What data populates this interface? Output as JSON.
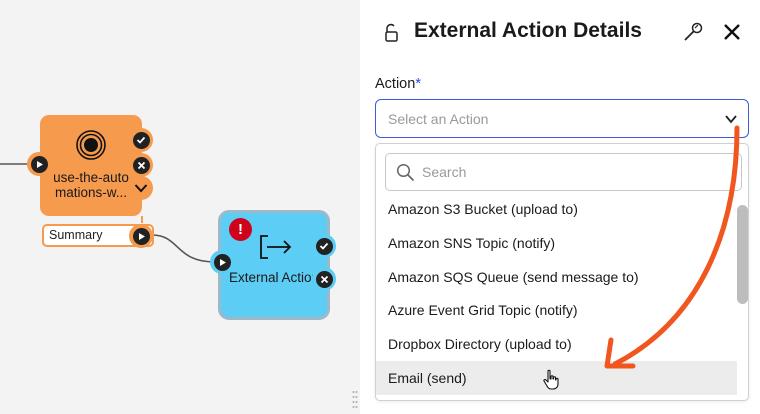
{
  "canvas": {
    "nodes": [
      {
        "id": "use-the-automations",
        "label": "use-the-auto mations-w...",
        "color": "#f69a4e",
        "icon": "target-icon"
      },
      {
        "id": "external-action",
        "label": "External Action",
        "color": "#5ccdf5",
        "icon": "external-arrow-icon",
        "alert": "!"
      }
    ],
    "summary_pill": "Summary"
  },
  "panel": {
    "title": "External Action Details",
    "field_label": "Action",
    "required_mark": "*",
    "select_placeholder": "Select an Action",
    "search_placeholder": "Search",
    "options": [
      "Amazon S3 Bucket (upload to)",
      "Amazon SNS Topic (notify)",
      "Amazon SQS Queue (send message to)",
      "Azure Event Grid Topic (notify)",
      "Dropbox Directory (upload to)",
      "Email (send)"
    ],
    "highlighted_option": "Email (send)"
  },
  "colors": {
    "accent_blue": "#3b5bdb",
    "annotation_arrow": "#f0561d",
    "alert_red": "#d0021b"
  }
}
